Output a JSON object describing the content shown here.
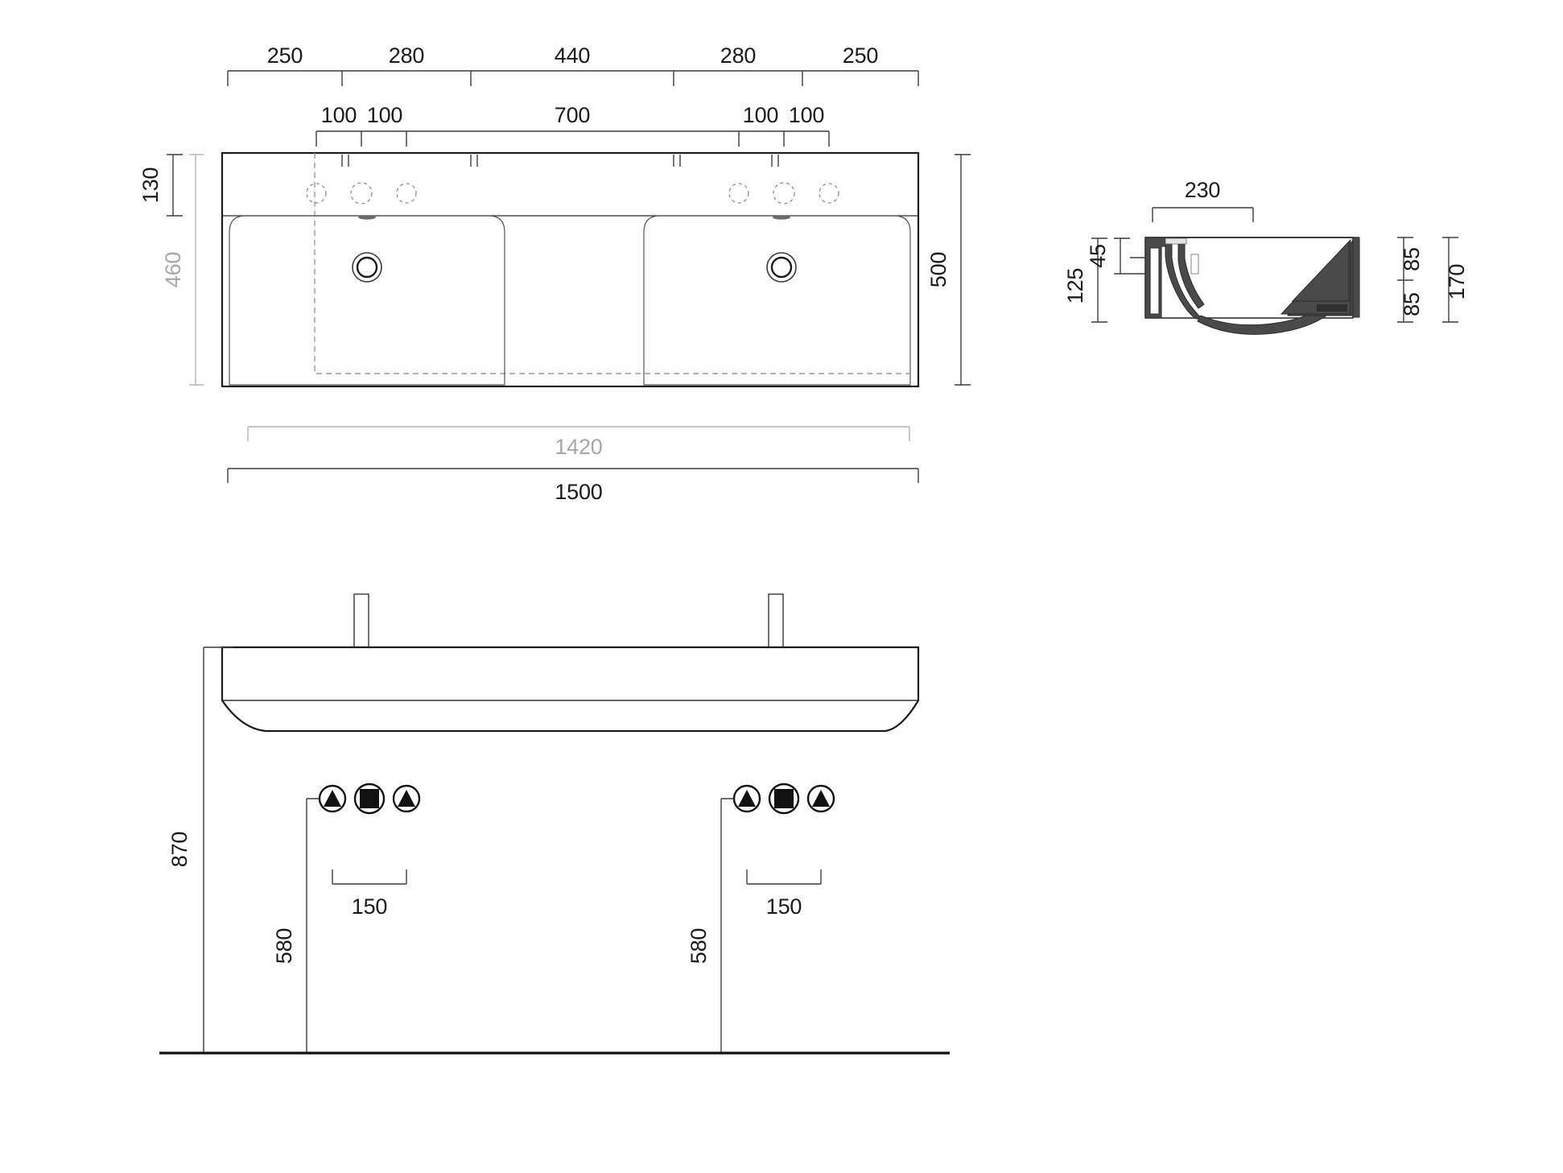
{
  "document": {
    "type": "technical-drawing",
    "subject": "double washbasin dimensional drawing",
    "units": "mm"
  },
  "plan_view": {
    "name": "top-view",
    "top_dimension_row_1": [
      "250",
      "280",
      "440",
      "280",
      "250"
    ],
    "top_dimension_row_2": [
      "100",
      "100",
      "700",
      "100",
      "100"
    ],
    "left_dimensions": [
      {
        "value": "130",
        "color": "#1a1a1a"
      },
      {
        "value": "460",
        "color": "#a8a8a8"
      }
    ],
    "right_dimension": "500",
    "bottom_dimensions": [
      {
        "value": "1420",
        "color": "#a8a8a8"
      },
      {
        "value": "1500",
        "color": "#1a1a1a"
      }
    ]
  },
  "section_view": {
    "name": "cross-section",
    "top_dimension": "230",
    "left_dimensions": [
      "45",
      "125"
    ],
    "right_dimensions": [
      "85",
      "85",
      "170"
    ]
  },
  "elevation_view": {
    "name": "front-elevation",
    "height_dimension": "870",
    "rough_in_left": "580",
    "rough_in_right": "580",
    "spacing_left": "150",
    "spacing_right": "150",
    "symbols": [
      {
        "name": "water-supply-symbol",
        "glyph": "triangle-in-circle"
      },
      {
        "name": "drain-symbol",
        "glyph": "square-in-circle"
      },
      {
        "name": "water-supply-symbol",
        "glyph": "triangle-in-circle"
      }
    ]
  },
  "colors": {
    "line": "#1a1a1a",
    "dimension_gray": "#a8a8a8",
    "section_fill": "#4a4a4a",
    "background": "#ffffff"
  }
}
